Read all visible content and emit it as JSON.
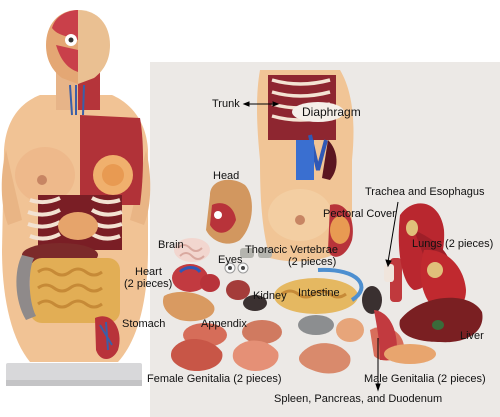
{
  "labels": {
    "trunk": "Trunk",
    "diaphragm": "Diaphragm",
    "head": "Head",
    "trachea_esophagus": "Trachea and Esophagus",
    "pectoral_cover": "Pectoral Cover",
    "brain": "Brain",
    "thoracic_vertebrae_line1": "Thoracic Vertebrae",
    "thoracic_vertebrae_line2": "(2 pieces)",
    "eyes": "Eyes",
    "lungs": "Lungs (2 pieces)",
    "heart_line1": "Heart",
    "heart_line2": "(2 pieces)",
    "kidney": "Kidney",
    "intestine": "Intestine",
    "stomach": "Stomach",
    "appendix": "Appendix",
    "liver": "Liver",
    "female_genitalia": "Female Genitalia (2 pieces)",
    "male_genitalia": "Male Genitalia (2 pieces)",
    "spleen_pancreas_duodenum": "Spleen, Pancreas, and Duodenum"
  },
  "colors": {
    "background": "#ffffff",
    "photo_backdrop": "#e9e6e3",
    "skin": "#f2c596",
    "muscle": "#b8333a",
    "intestine": "#e8b75a",
    "base": "#dcdcdc"
  }
}
